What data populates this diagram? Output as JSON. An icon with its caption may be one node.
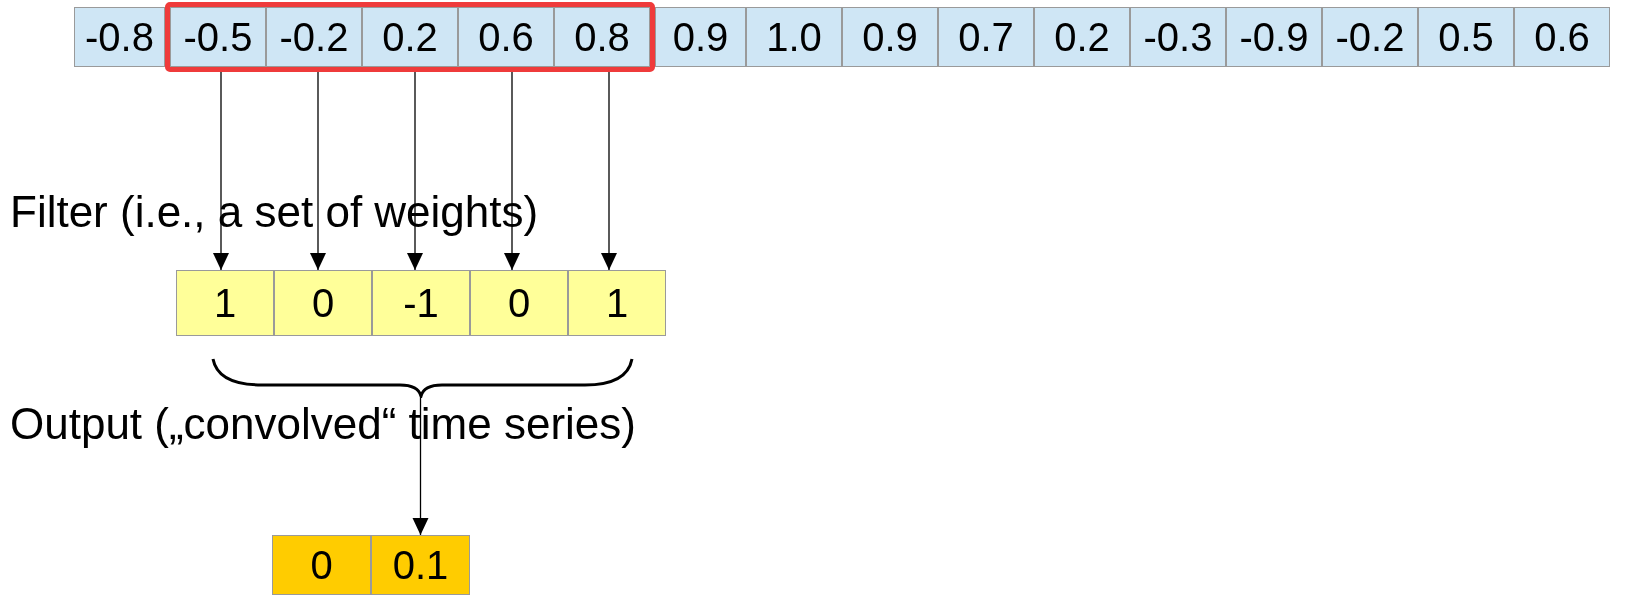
{
  "diagram": {
    "nodes": [
      {
        "text": [
          "-0.8"
        ]
      },
      {
        "text": [],
        "shape": "box"
      },
      {
        "text": [
          "-0.5"
        ],
        "in": 1
      },
      {
        "text": [
          "-0.2"
        ],
        "in": 1
      },
      {
        "text": [
          "0.2"
        ],
        "in": 1
      },
      {
        "text": [
          "0.6"
        ],
        "in": 1
      },
      {
        "text": [
          "0.8"
        ],
        "in": 1
      },
      {
        "text": [
          "0.9"
        ]
      },
      {
        "text": [
          "1.0"
        ]
      },
      {
        "text": [
          "0.9"
        ]
      },
      {
        "text": [
          "0.7"
        ]
      },
      {
        "text": [
          "0.2"
        ]
      },
      {
        "text": [
          "-0.3"
        ]
      },
      {
        "text": [
          "-0.9"
        ]
      },
      {
        "text": [
          "-0.2"
        ]
      },
      {
        "text": [
          "0.5"
        ]
      },
      {
        "text": [
          "0.6"
        ]
      },
      {
        "text": [
          "1"
        ]
      },
      {
        "text": [
          "0"
        ]
      },
      {
        "text": [
          "-1"
        ]
      },
      {
        "text": [
          "0"
        ]
      },
      {
        "text": [
          "1"
        ]
      },
      {
        "text": [],
        "shape": "brace"
      },
      {
        "text": [
          "0"
        ]
      },
      {
        "text": [
          "0.1"
        ]
      }
    ],
    "edges": [
      {
        "from": 2,
        "to": 17,
        "arrow": "to"
      },
      {
        "from": 3,
        "to": 18,
        "arrow": "to"
      },
      {
        "from": 4,
        "to": 19,
        "arrow": "to"
      },
      {
        "from": 5,
        "to": 20,
        "arrow": "to"
      },
      {
        "from": 6,
        "to": 21,
        "arrow": "to"
      },
      {
        "from": 22,
        "to": 24,
        "arrow": "to"
      }
    ],
    "labels": [
      "Filter (i.e., a set of weights)",
      "Output („convolved“ time series)"
    ]
  }
}
